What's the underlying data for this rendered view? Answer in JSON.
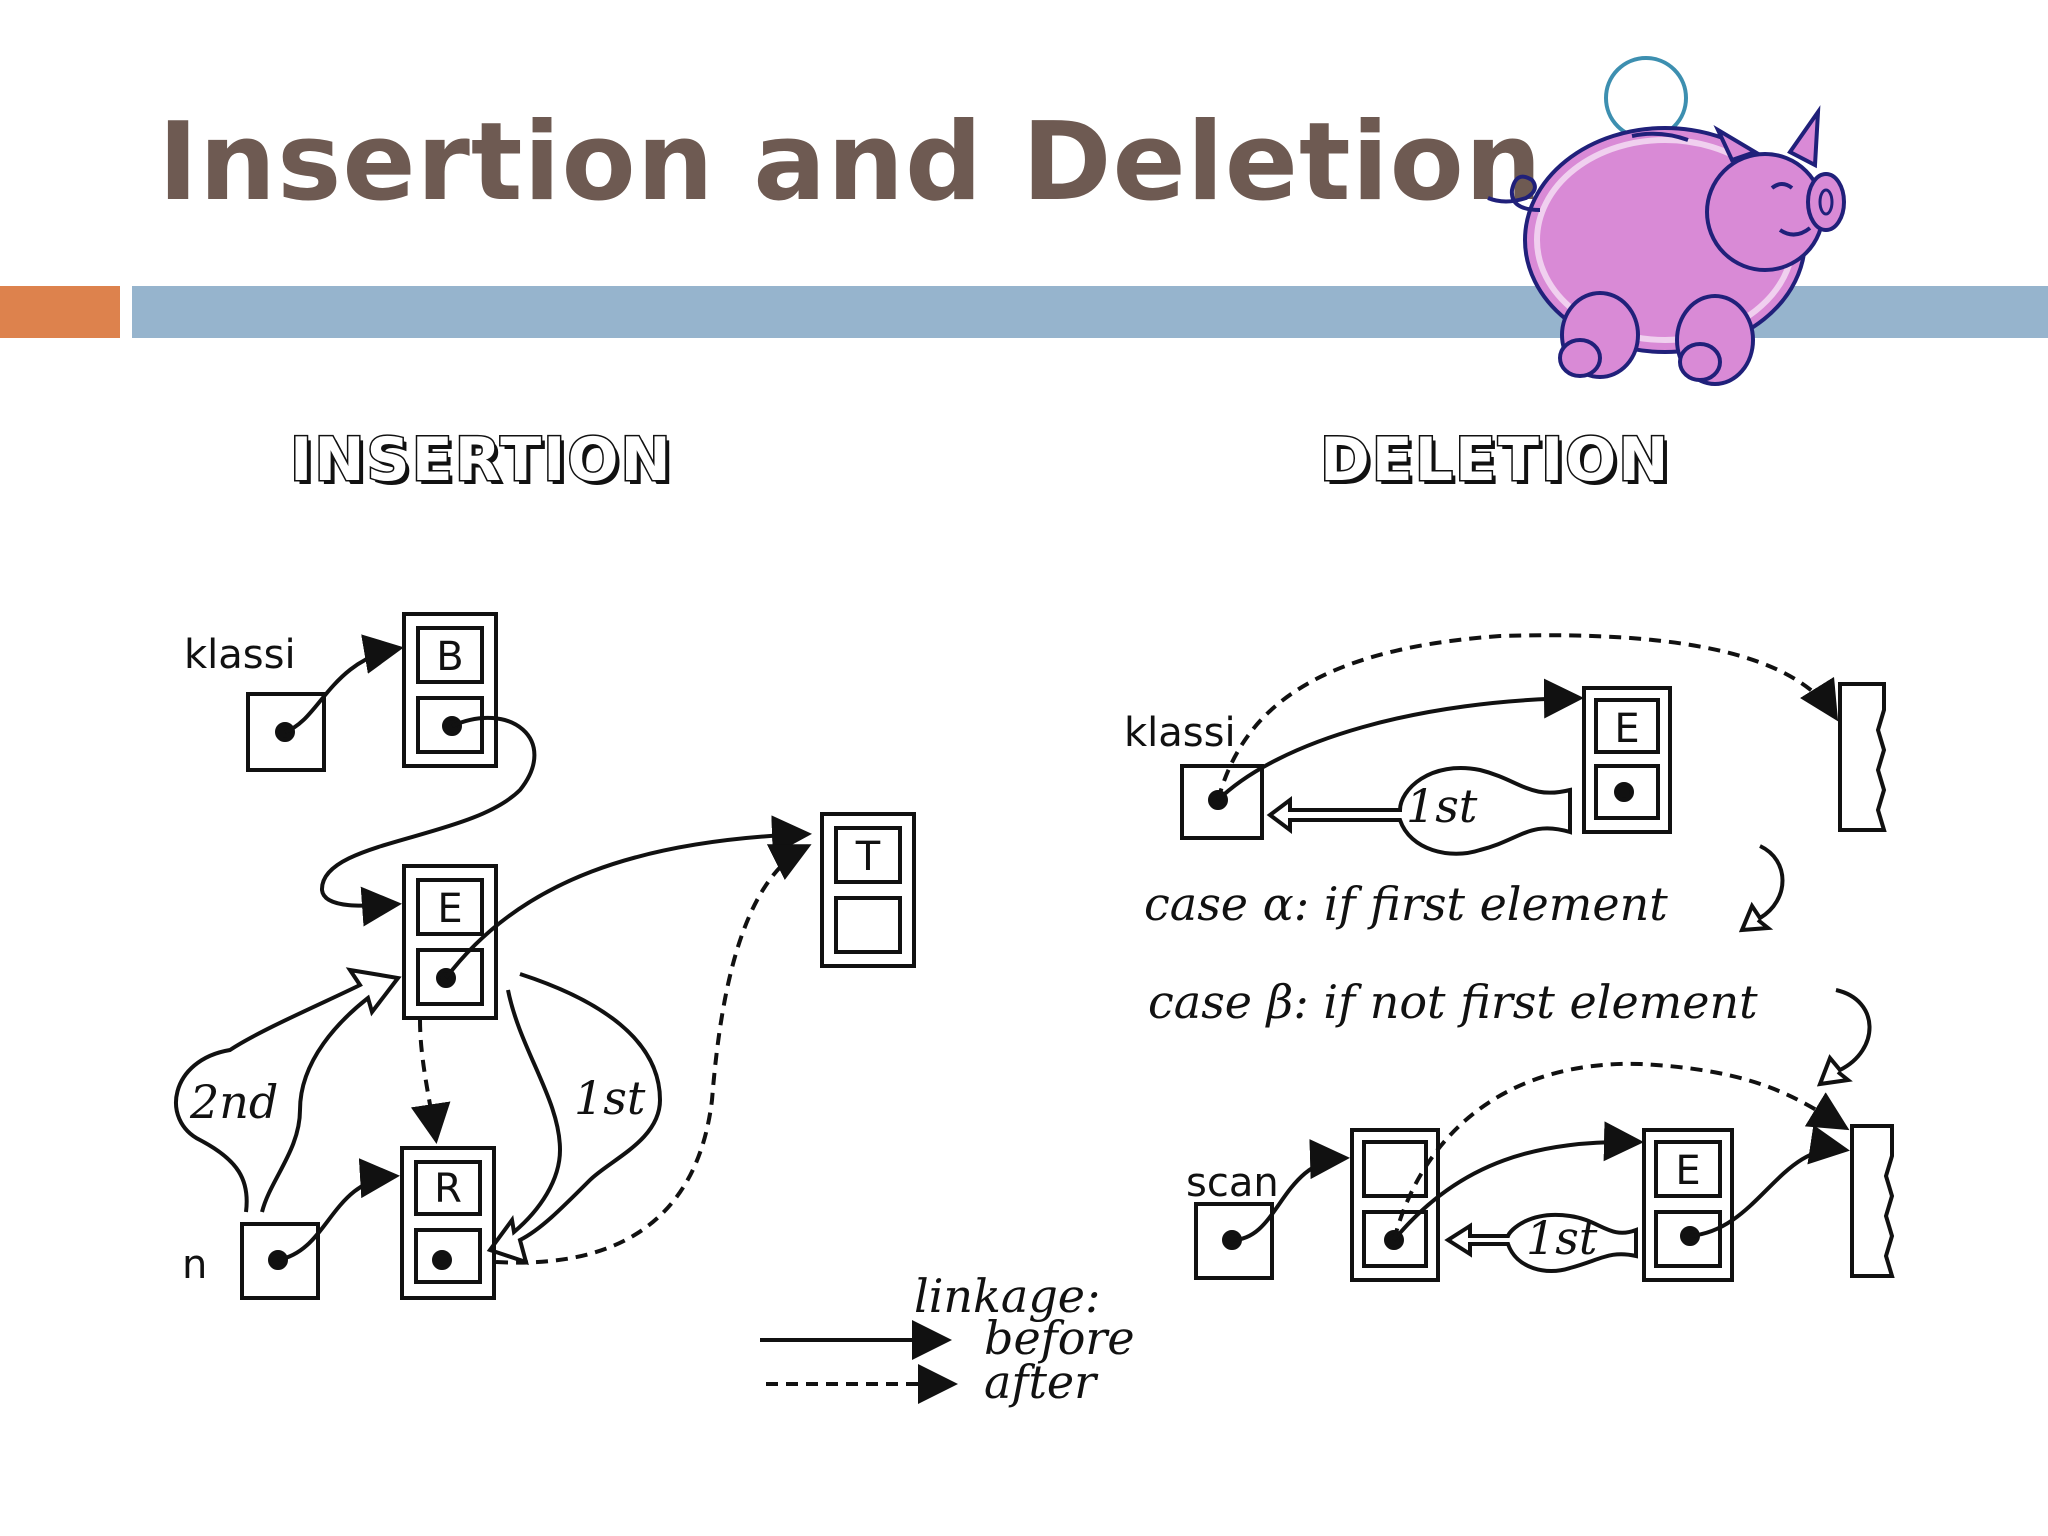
{
  "slide": {
    "title": "Insertion and Deletion",
    "colors": {
      "title": "#6e5a52",
      "accent_orange": "#dd824d",
      "accent_blue": "#96b4cd",
      "pig": "#d98ad6",
      "pig_outline": "#20207a"
    }
  },
  "insertion": {
    "heading": "INSERTION",
    "labels": {
      "head_var": "klassi",
      "new_var": "n"
    },
    "nodes": [
      "B",
      "E",
      "R",
      "T"
    ],
    "steps": {
      "first": "1st",
      "second": "2nd"
    },
    "legend": {
      "title": "linkage:",
      "before": "before",
      "after": "after"
    }
  },
  "deletion": {
    "heading": "DELETION",
    "labels": {
      "head_var": "klassi",
      "scan_var": "scan"
    },
    "nodes": [
      "E",
      "E"
    ],
    "steps": {
      "first_a": "1st",
      "first_b": "1st"
    },
    "cases": {
      "alpha": "case α:  if first element",
      "beta": "case β:  if not first element"
    }
  }
}
